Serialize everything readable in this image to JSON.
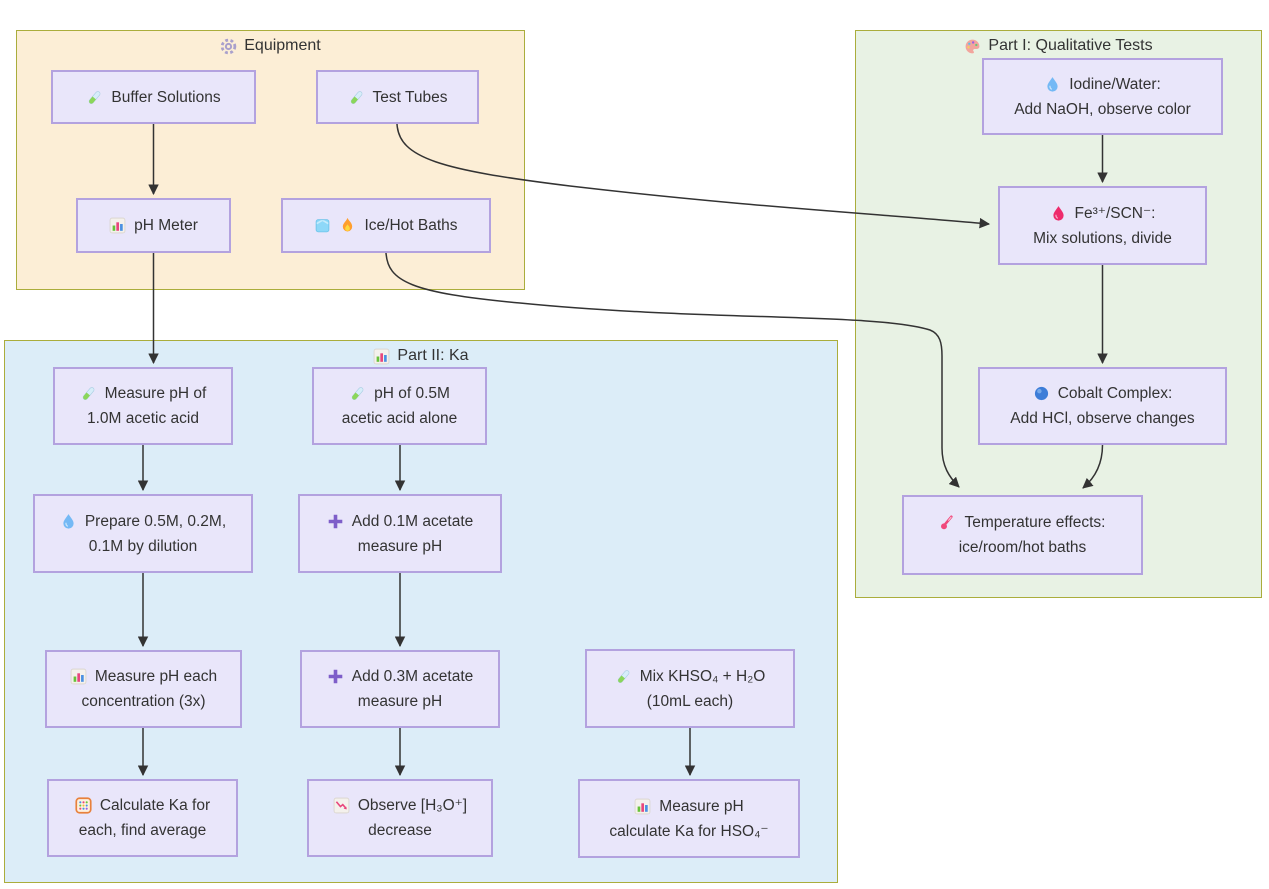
{
  "clusters": {
    "equipment": {
      "title": "Equipment",
      "icon": "gear-icon"
    },
    "part1": {
      "title": "Part I: Qualitative Tests",
      "icon": "palette-icon"
    },
    "part2": {
      "title": "Part II: Ka",
      "icon": "bar-chart-icon"
    }
  },
  "nodes": {
    "buffer_solutions": {
      "line1": "Buffer Solutions",
      "icon": "test-tube-icon"
    },
    "test_tubes": {
      "line1": "Test Tubes",
      "icon": "test-tube-icon"
    },
    "ph_meter": {
      "line1": "pH Meter",
      "icon": "bar-chart-icon"
    },
    "ice_hot_baths": {
      "line1": "Ice/Hot Baths",
      "icons": [
        "ice-cube-icon",
        "fire-icon"
      ]
    },
    "iodine_water": {
      "line1": "Iodine/Water:",
      "line2": "Add NaOH, observe color",
      "icon": "droplet-blue-icon"
    },
    "fe_scn": {
      "line1": "Fe³⁺/SCN⁻:",
      "line2": "Mix solutions, divide",
      "icon": "droplet-red-icon"
    },
    "cobalt_complex": {
      "line1": "Cobalt Complex:",
      "line2": "Add HCl, observe changes",
      "icon": "blue-circle-icon"
    },
    "temperature_effects": {
      "line1": "Temperature effects:",
      "line2": "ice/room/hot baths",
      "icon": "thermometer-icon"
    },
    "measure_ph_1m": {
      "line1": "Measure pH of",
      "line2": "1.0M acetic acid",
      "icon": "test-tube-icon"
    },
    "ph_05m_alone": {
      "line1": "pH of 0.5M",
      "line2": "acetic acid alone",
      "icon": "test-tube-icon"
    },
    "prepare_dilutions": {
      "line1": "Prepare 0.5M, 0.2M,",
      "line2": "0.1M by dilution",
      "icon": "droplet-blue-icon"
    },
    "add_01m_acetate": {
      "line1": "Add 0.1M acetate",
      "line2": "measure pH",
      "icon": "plus-icon"
    },
    "measure_each": {
      "line1": "Measure pH each",
      "line2": "concentration (3x)",
      "icon": "bar-chart-icon"
    },
    "add_03m_acetate": {
      "line1": "Add 0.3M acetate",
      "line2": "measure pH",
      "icon": "plus-icon"
    },
    "mix_khso4": {
      "line1": "Mix KHSO₄ + H₂O",
      "line2": "(10mL each)",
      "icon": "test-tube-icon"
    },
    "calculate_ka": {
      "line1": "Calculate Ka for",
      "line2": "each, find average",
      "icon": "abacus-icon"
    },
    "observe_h3o": {
      "line1": "Observe [H₃O⁺]",
      "line2": "decrease",
      "icon": "chart-down-icon"
    },
    "measure_ph_hso4": {
      "line1": "Measure pH",
      "line2": "calculate Ka for HSO₄⁻",
      "icon": "bar-chart-icon"
    }
  },
  "edges": [
    "buffer_solutions -> ph_meter",
    "ph_meter -> measure_ph_1m",
    "test_tubes -> fe_scn",
    "ice_hot_baths -> temperature_effects",
    "iodine_water -> fe_scn",
    "fe_scn -> cobalt_complex",
    "cobalt_complex -> temperature_effects",
    "measure_ph_1m -> prepare_dilutions",
    "prepare_dilutions -> measure_each",
    "measure_each -> calculate_ka",
    "ph_05m_alone -> add_01m_acetate",
    "add_01m_acetate -> add_03m_acetate",
    "add_03m_acetate -> observe_h3o",
    "mix_khso4 -> measure_ph_hso4"
  ],
  "colors": {
    "equipment_fill": "#fceed6",
    "part1_fill": "#e8f2e4",
    "part2_fill": "#dcedf8",
    "cluster_border": "#aaad3c",
    "node_fill": "#e9e6fa",
    "node_border": "#b3a2df",
    "edge": "#333333",
    "text": "#333333"
  }
}
